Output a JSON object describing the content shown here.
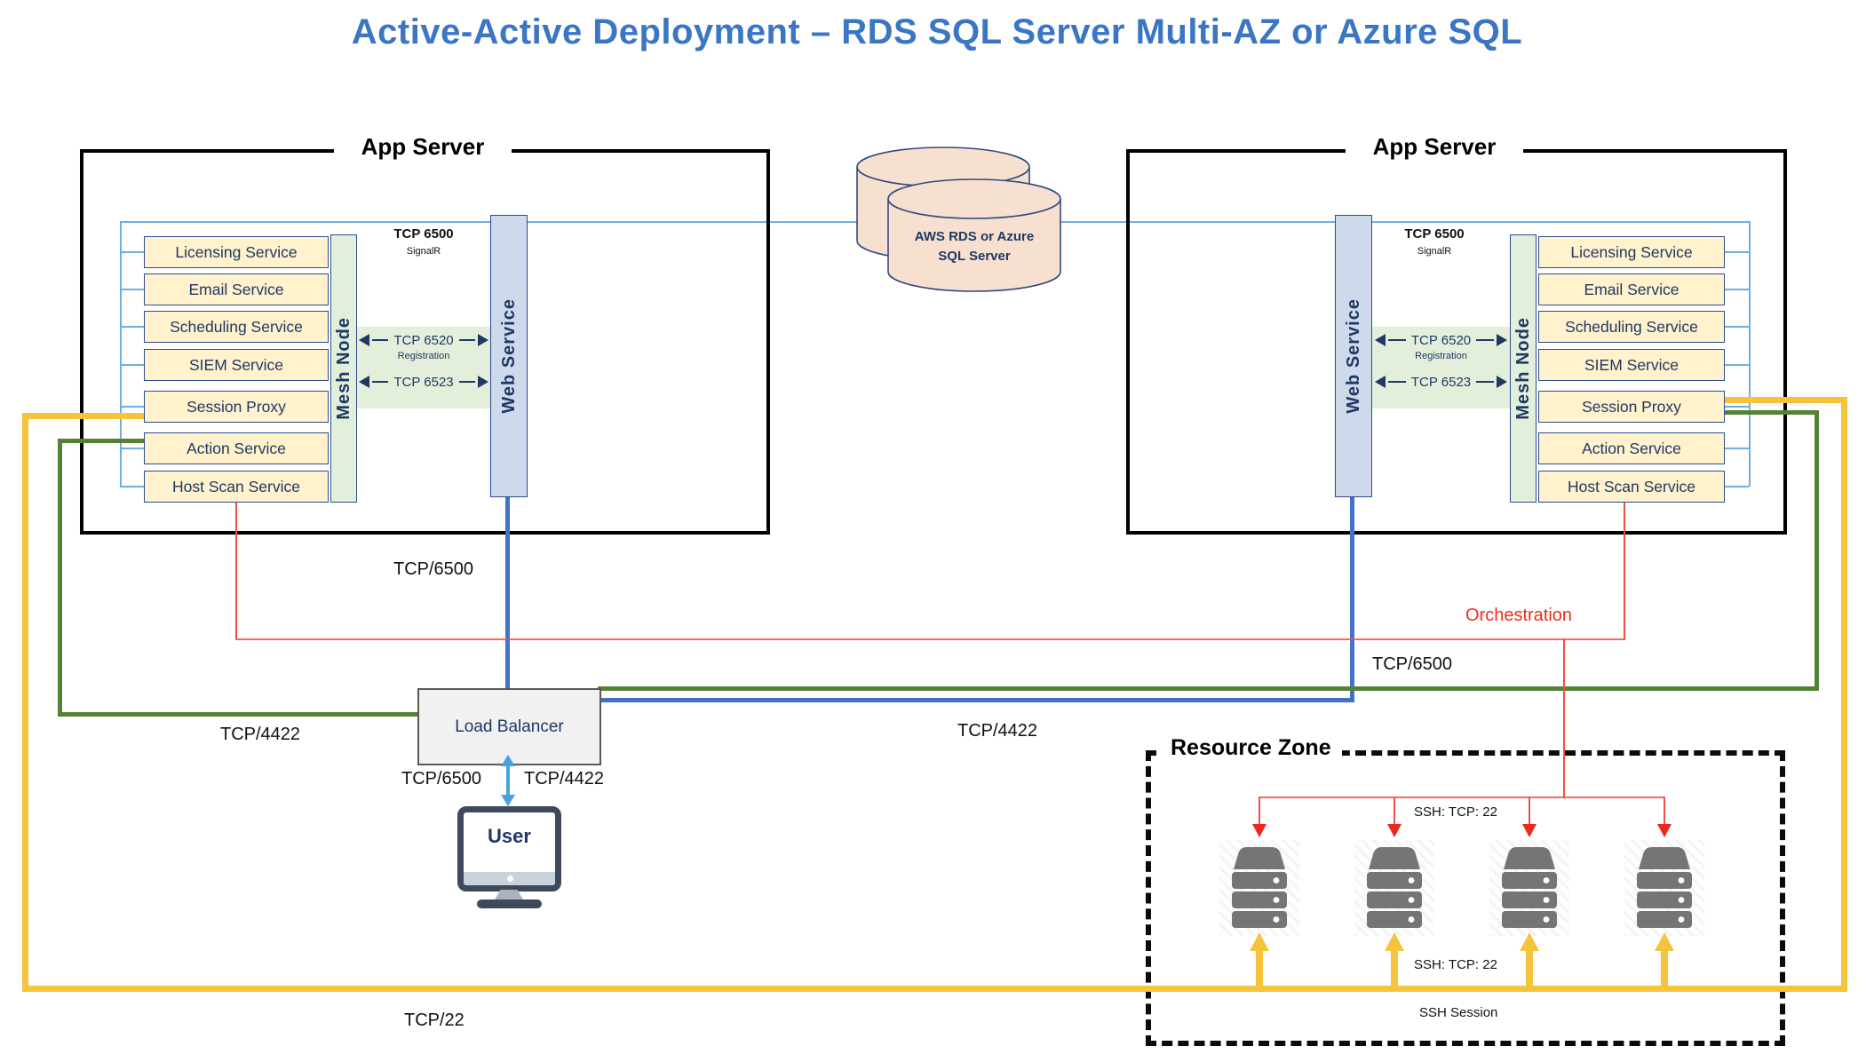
{
  "title": "Active-Active Deployment – RDS SQL Server Multi-AZ or Azure SQL",
  "app_server": {
    "title": "App Server",
    "services": [
      "Licensing Service",
      "Email Service",
      "Scheduling Service",
      "SIEM Service",
      "Session Proxy",
      "Action Service",
      "Host Scan Service"
    ],
    "mesh_node": "Mesh Node",
    "web_service": "Web Service",
    "signalr_port": "TCP 6500",
    "signalr_label": "SignalR",
    "reg_port": "TCP 6520",
    "reg_label": "Registration",
    "sync_port": "TCP 6523"
  },
  "database": {
    "line1": "AWS RDS or Azure",
    "line2": "SQL Server"
  },
  "load_balancer": "Load Balancer",
  "user_label": "User",
  "resource_zone": {
    "title": "Resource Zone",
    "ssh_orchestration": "SSH: TCP: 22",
    "ssh_session_port": "SSH: TCP: 22",
    "ssh_session": "SSH Session",
    "server_count": 4
  },
  "labels": {
    "tcp6500_left": "TCP/6500",
    "tcp6500_right": "TCP/6500",
    "tcp6500_user": "TCP/6500",
    "tcp4422_left": "TCP/4422",
    "tcp4422_center": "TCP/4422",
    "tcp4422_user": "TCP/4422",
    "tcp22": "TCP/22",
    "orchestration": "Orchestration"
  },
  "colors": {
    "title_blue": "#3B76C4",
    "accent_blue": "#4472C4",
    "light_blue": "#6FAEE0",
    "green": "#548235",
    "yellow": "#F5C33C",
    "red": "#F04438",
    "navy": "#1F3864",
    "service_fill": "#FFF2CC",
    "mesh_fill": "#E2EFDA",
    "web_fill": "#CFD9EC",
    "db_fill": "#F7E0CF"
  }
}
